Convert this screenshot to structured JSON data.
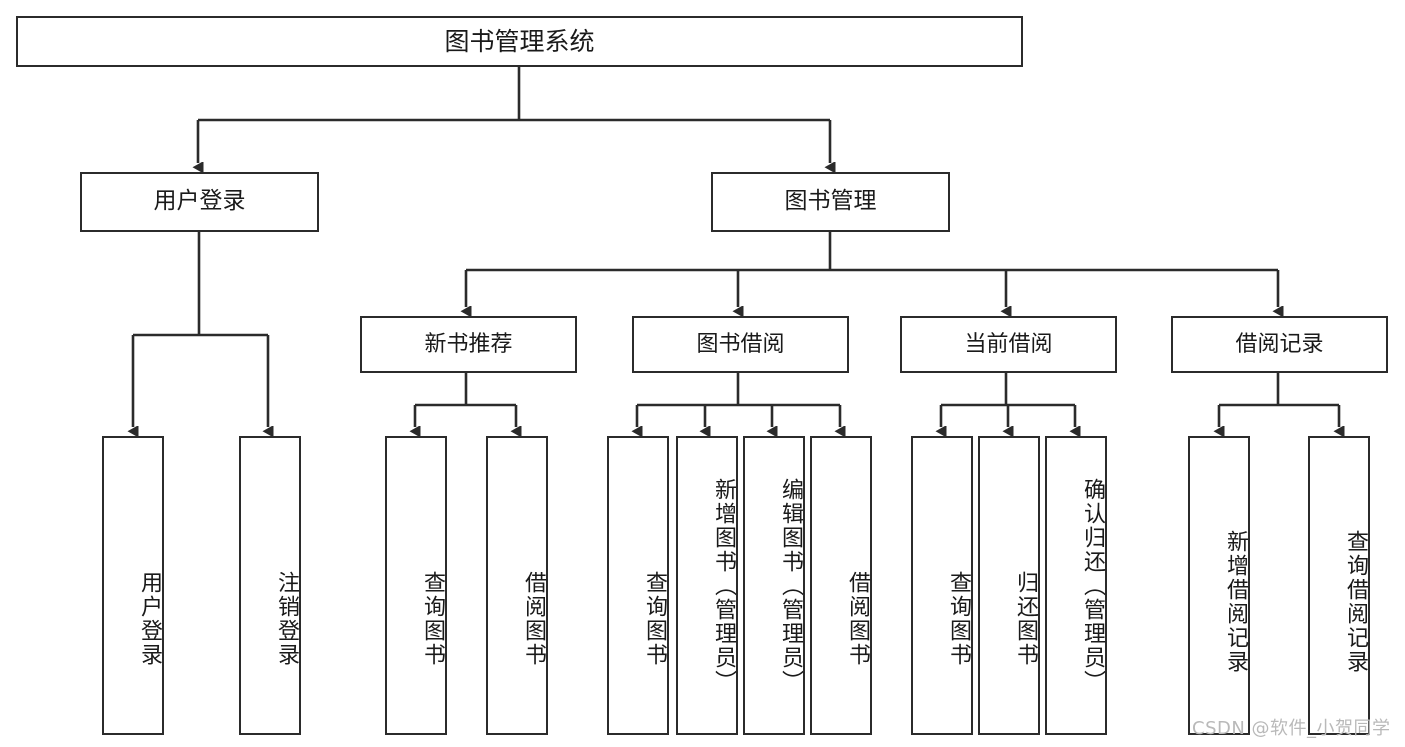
{
  "diagram": {
    "kind": "tree-hierarchy-chart",
    "title": "图书管理系统",
    "background_color": "#ffffff",
    "line_color": "#2b2b2b",
    "text_color": "#1a1a1a"
  },
  "nodes": {
    "root": {
      "label": "图书管理系统"
    },
    "user_login": {
      "label": "用户登录"
    },
    "book_manage": {
      "label": "图书管理"
    },
    "new_book_rec": {
      "label": "新书推荐"
    },
    "book_borrow": {
      "label": "图书借阅"
    },
    "current_borrow": {
      "label": "当前借阅"
    },
    "borrow_record": {
      "label": "借阅记录"
    },
    "leaf_user_login": {
      "label": "用户登录"
    },
    "leaf_logout": {
      "label": "注销登录"
    },
    "leaf_query_book_1": {
      "label": "查询图书"
    },
    "leaf_borrow_book_1": {
      "label": "借阅图书"
    },
    "leaf_query_book_2": {
      "label": "查询图书"
    },
    "leaf_add_book": {
      "label": "新增图书（管理员）"
    },
    "leaf_edit_book": {
      "label": "编辑图书（管理员）"
    },
    "leaf_borrow_book_2": {
      "label": "借阅图书"
    },
    "leaf_query_book_3": {
      "label": "查询图书"
    },
    "leaf_return_book": {
      "label": "归还图书"
    },
    "leaf_confirm_return": {
      "label": "确认归还（管理员）"
    },
    "leaf_add_record": {
      "label": "新增借阅记录"
    },
    "leaf_query_record": {
      "label": "查询借阅记录"
    }
  },
  "watermark": {
    "text": "CSDN @软件_小贺同学",
    "color": "#b9b9b9"
  },
  "chart_data": {
    "type": "tree",
    "title": "图书管理系统",
    "root": {
      "label": "图书管理系统",
      "children": [
        {
          "label": "用户登录",
          "children": [
            {
              "label": "用户登录"
            },
            {
              "label": "注销登录"
            }
          ]
        },
        {
          "label": "图书管理",
          "children": [
            {
              "label": "新书推荐",
              "children": [
                {
                  "label": "查询图书"
                },
                {
                  "label": "借阅图书"
                }
              ]
            },
            {
              "label": "图书借阅",
              "children": [
                {
                  "label": "查询图书"
                },
                {
                  "label": "新增图书（管理员）"
                },
                {
                  "label": "编辑图书（管理员）"
                },
                {
                  "label": "借阅图书"
                }
              ]
            },
            {
              "label": "当前借阅",
              "children": [
                {
                  "label": "查询图书"
                },
                {
                  "label": "归还图书"
                },
                {
                  "label": "确认归还（管理员）"
                }
              ]
            },
            {
              "label": "借阅记录",
              "children": [
                {
                  "label": "新增借阅记录"
                },
                {
                  "label": "查询借阅记录"
                }
              ]
            }
          ]
        }
      ]
    },
    "depth": 4,
    "node_count": 20,
    "leaf_count": 13,
    "orientation": "top-down",
    "edge_style": "orthogonal-with-arrowheads"
  }
}
